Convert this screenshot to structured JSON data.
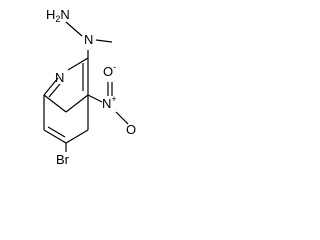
{
  "molecule": {
    "atoms": {
      "ring_nitrogen": "N",
      "hydrazine_terminal": {
        "element": "H",
        "subscript": "2",
        "tail": "N"
      },
      "hydrazine_methyl_nitrogen": "N",
      "nitro_nitrogen": {
        "element": "N",
        "charge": "+"
      },
      "nitro_oxygen_upper": {
        "element": "O",
        "charge": "-"
      },
      "nitro_oxygen_lower": "O",
      "bromine": "Br"
    }
  }
}
